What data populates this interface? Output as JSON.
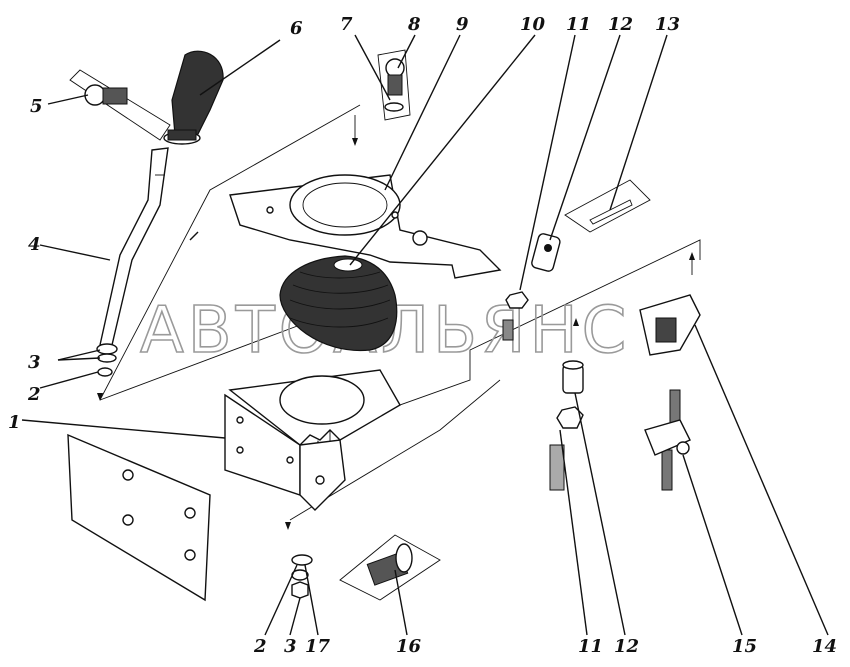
{
  "watermark": "АВТОАЛЬЯНС",
  "callouts": [
    "1",
    "2",
    "3",
    "4",
    "5",
    "6",
    "7",
    "8",
    "9",
    "10",
    "11",
    "12",
    "13",
    "14",
    "15",
    "16",
    "17"
  ],
  "bottom_callouts": [
    "2",
    "3",
    "17",
    "16",
    "11",
    "12",
    "15",
    "14"
  ]
}
